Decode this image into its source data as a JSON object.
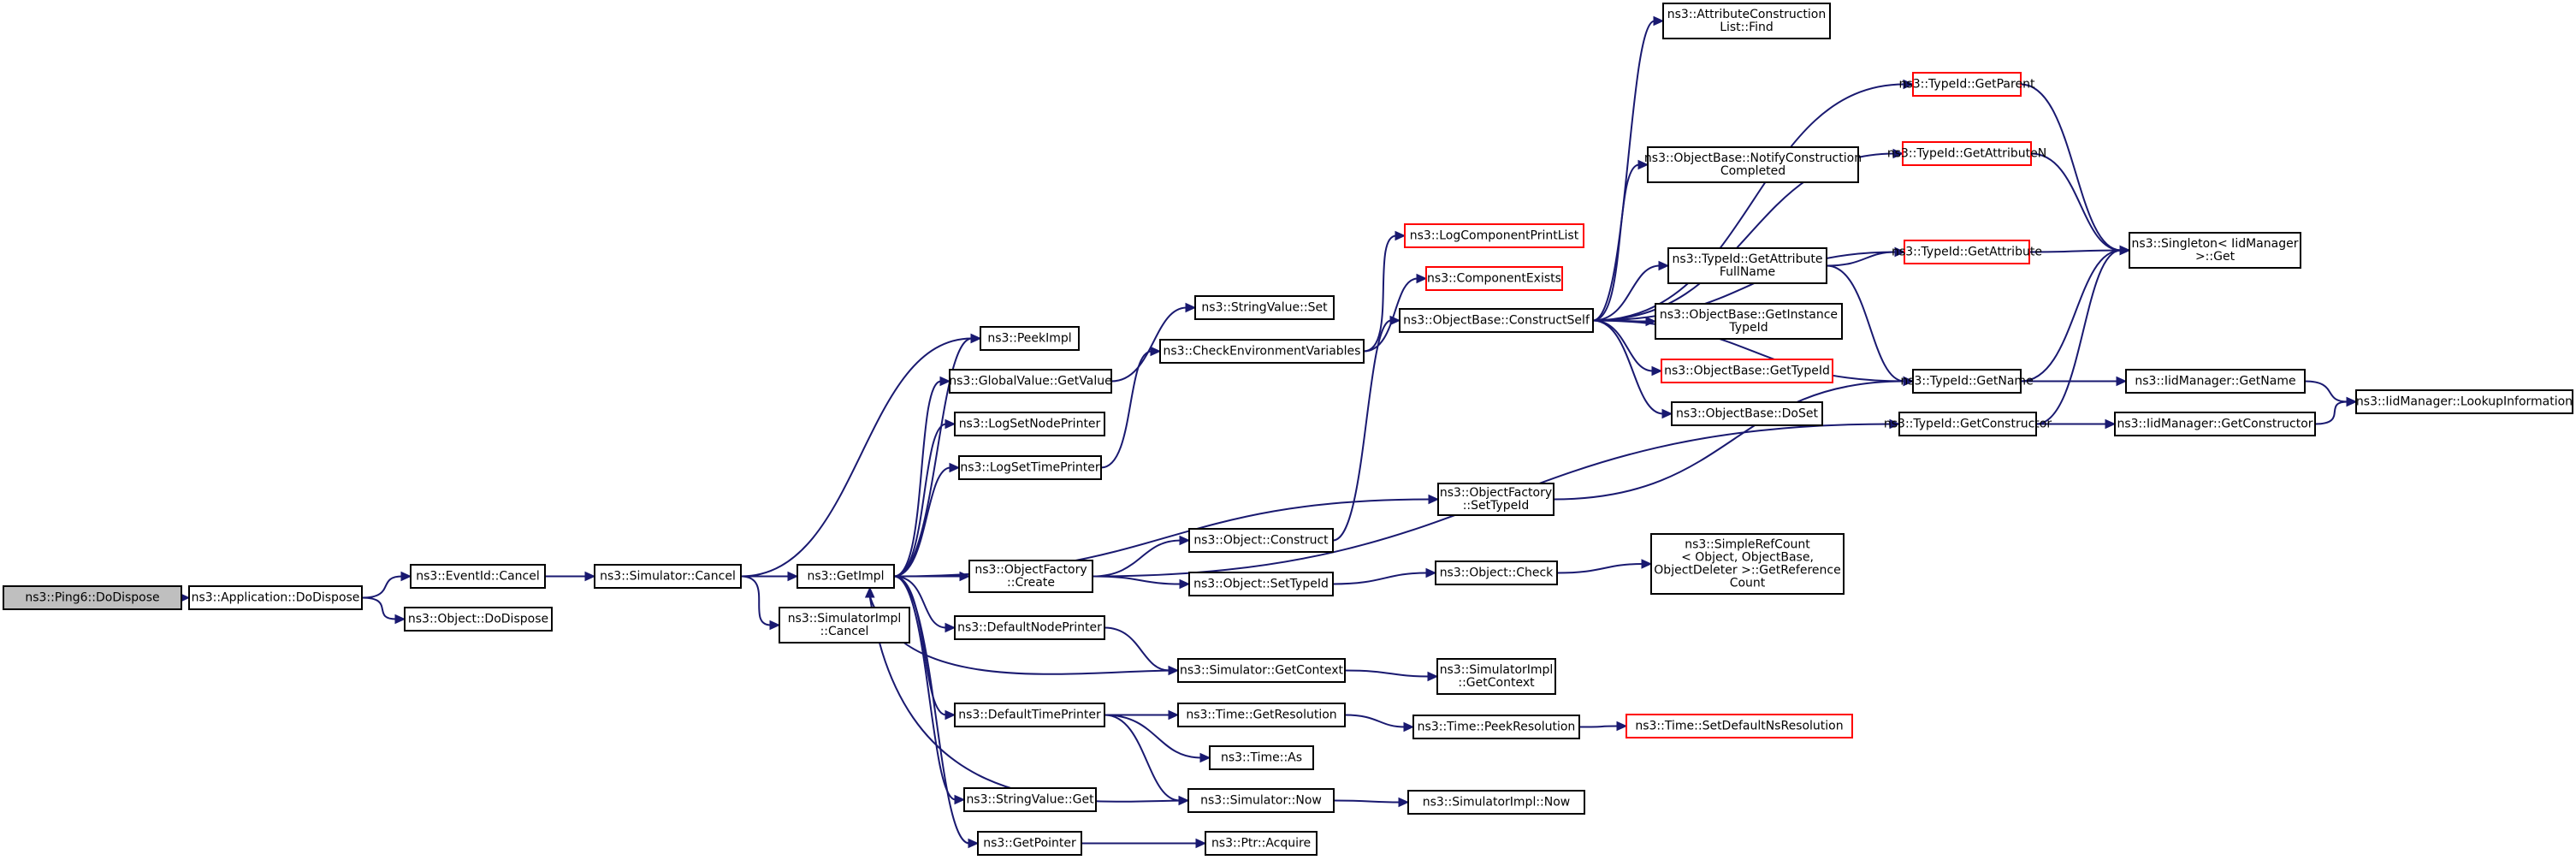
{
  "nodes": [
    {
      "id": "ping6_dodispose",
      "lines": [
        "ns3::Ping6::DoDispose"
      ],
      "style": "root"
    },
    {
      "id": "app_dodispose",
      "lines": [
        "ns3::Application::DoDispose"
      ],
      "style": "normal"
    },
    {
      "id": "eventid_cancel",
      "lines": [
        "ns3::EventId::Cancel"
      ],
      "style": "normal"
    },
    {
      "id": "object_dodispose",
      "lines": [
        "ns3::Object::DoDispose"
      ],
      "style": "normal"
    },
    {
      "id": "simulator_cancel",
      "lines": [
        "ns3::Simulator::Cancel"
      ],
      "style": "normal"
    },
    {
      "id": "getimpl",
      "lines": [
        "ns3::GetImpl"
      ],
      "style": "normal"
    },
    {
      "id": "simimpl_cancel",
      "lines": [
        "ns3::SimulatorImpl",
        "::Cancel"
      ],
      "style": "normal"
    },
    {
      "id": "peekimpl",
      "lines": [
        "ns3::PeekImpl"
      ],
      "style": "normal"
    },
    {
      "id": "globalvalue_getvalue",
      "lines": [
        "ns3::GlobalValue::GetValue"
      ],
      "style": "normal"
    },
    {
      "id": "logsetnodeprinter",
      "lines": [
        "ns3::LogSetNodePrinter"
      ],
      "style": "normal"
    },
    {
      "id": "logsettimeprinter",
      "lines": [
        "ns3::LogSetTimePrinter"
      ],
      "style": "normal"
    },
    {
      "id": "objectfactory_create",
      "lines": [
        "ns3::ObjectFactory",
        "::Create"
      ],
      "style": "normal"
    },
    {
      "id": "defaultnodeprinter",
      "lines": [
        "ns3::DefaultNodePrinter"
      ],
      "style": "normal"
    },
    {
      "id": "defaulttimeprinter",
      "lines": [
        "ns3::DefaultTimePrinter"
      ],
      "style": "normal"
    },
    {
      "id": "stringvalue_get",
      "lines": [
        "ns3::StringValue::Get"
      ],
      "style": "normal"
    },
    {
      "id": "getpointer",
      "lines": [
        "ns3::GetPointer"
      ],
      "style": "normal"
    },
    {
      "id": "stringvalue_set",
      "lines": [
        "ns3::StringValue::Set"
      ],
      "style": "normal"
    },
    {
      "id": "checkenvvars",
      "lines": [
        "ns3::CheckEnvironmentVariables"
      ],
      "style": "normal"
    },
    {
      "id": "object_construct",
      "lines": [
        "ns3::Object::Construct"
      ],
      "style": "normal"
    },
    {
      "id": "object_settypeid",
      "lines": [
        "ns3::Object::SetTypeId"
      ],
      "style": "normal"
    },
    {
      "id": "simulator_getcontext",
      "lines": [
        "ns3::Simulator::GetContext"
      ],
      "style": "normal"
    },
    {
      "id": "time_getresolution",
      "lines": [
        "ns3::Time::GetResolution"
      ],
      "style": "normal"
    },
    {
      "id": "time_as",
      "lines": [
        "ns3::Time::As"
      ],
      "style": "normal"
    },
    {
      "id": "simulator_now",
      "lines": [
        "ns3::Simulator::Now"
      ],
      "style": "normal"
    },
    {
      "id": "ptr_acquire",
      "lines": [
        "ns3::Ptr::Acquire"
      ],
      "style": "normal"
    },
    {
      "id": "logcomponentprintlist",
      "lines": [
        "ns3::LogComponentPrintList"
      ],
      "style": "red"
    },
    {
      "id": "componentexists",
      "lines": [
        "ns3::ComponentExists"
      ],
      "style": "red"
    },
    {
      "id": "objectbase_constructself",
      "lines": [
        "ns3::ObjectBase::ConstructSelf"
      ],
      "style": "normal"
    },
    {
      "id": "objectfactory_settypeid",
      "lines": [
        "ns3::ObjectFactory",
        "::SetTypeId"
      ],
      "style": "normal"
    },
    {
      "id": "object_check",
      "lines": [
        "ns3::Object::Check"
      ],
      "style": "normal"
    },
    {
      "id": "simimpl_getcontext",
      "lines": [
        "ns3::SimulatorImpl",
        "::GetContext"
      ],
      "style": "normal"
    },
    {
      "id": "time_peekresolution",
      "lines": [
        "ns3::Time::PeekResolution"
      ],
      "style": "normal"
    },
    {
      "id": "simimpl_now",
      "lines": [
        "ns3::SimulatorImpl::Now"
      ],
      "style": "normal"
    },
    {
      "id": "attrconstructionlist_find",
      "lines": [
        "ns3::AttributeConstruction",
        "List::Find"
      ],
      "style": "normal"
    },
    {
      "id": "objectbase_notifyconstructioncompleted",
      "lines": [
        "ns3::ObjectBase::NotifyConstruction",
        "Completed"
      ],
      "style": "normal"
    },
    {
      "id": "typeid_getattributefullname",
      "lines": [
        "ns3::TypeId::GetAttribute",
        "FullName"
      ],
      "style": "normal"
    },
    {
      "id": "objectbase_getinstancetypeid",
      "lines": [
        "ns3::ObjectBase::GetInstance",
        "TypeId"
      ],
      "style": "normal"
    },
    {
      "id": "objectbase_gettypeid",
      "lines": [
        "ns3::ObjectBase::GetTypeId"
      ],
      "style": "red"
    },
    {
      "id": "objectbase_doset",
      "lines": [
        "ns3::ObjectBase::DoSet"
      ],
      "style": "normal"
    },
    {
      "id": "simplerefcount_getreferencecount",
      "lines": [
        "ns3::SimpleRefCount",
        "< Object, ObjectBase,",
        "ObjectDeleter >::GetReference",
        "Count"
      ],
      "style": "normal"
    },
    {
      "id": "time_setdefaultnsresolution",
      "lines": [
        "ns3::Time::SetDefaultNsResolution"
      ],
      "style": "red"
    },
    {
      "id": "typeid_getparent",
      "lines": [
        "ns3::TypeId::GetParent"
      ],
      "style": "red"
    },
    {
      "id": "typeid_getattributen",
      "lines": [
        "ns3::TypeId::GetAttributeN"
      ],
      "style": "red"
    },
    {
      "id": "typeid_getattribute",
      "lines": [
        "ns3::TypeId::GetAttribute"
      ],
      "style": "red"
    },
    {
      "id": "typeid_getname",
      "lines": [
        "ns3::TypeId::GetName"
      ],
      "style": "normal"
    },
    {
      "id": "typeid_getconstructor",
      "lines": [
        "ns3::TypeId::GetConstructor"
      ],
      "style": "normal"
    },
    {
      "id": "singleton_get",
      "lines": [
        "ns3::Singleton< IidManager",
        " >::Get"
      ],
      "style": "normal"
    },
    {
      "id": "iidmanager_getname",
      "lines": [
        "ns3::IidManager::GetName"
      ],
      "style": "normal"
    },
    {
      "id": "iidmanager_getconstructor",
      "lines": [
        "ns3::IidManager::GetConstructor"
      ],
      "style": "normal"
    },
    {
      "id": "iidmanager_lookupinformation",
      "lines": [
        "ns3::IidManager::LookupInformation"
      ],
      "style": "normal"
    }
  ],
  "edges": [
    [
      "ping6_dodispose",
      "app_dodispose"
    ],
    [
      "app_dodispose",
      "eventid_cancel"
    ],
    [
      "app_dodispose",
      "object_dodispose"
    ],
    [
      "eventid_cancel",
      "simulator_cancel"
    ],
    [
      "simulator_cancel",
      "getimpl"
    ],
    [
      "simulator_cancel",
      "simimpl_cancel"
    ],
    [
      "simulator_cancel",
      "peekimpl"
    ],
    [
      "getimpl",
      "peekimpl"
    ],
    [
      "getimpl",
      "globalvalue_getvalue"
    ],
    [
      "getimpl",
      "logsetnodeprinter"
    ],
    [
      "getimpl",
      "logsettimeprinter"
    ],
    [
      "getimpl",
      "objectfactory_create"
    ],
    [
      "getimpl",
      "defaultnodeprinter"
    ],
    [
      "getimpl",
      "defaulttimeprinter"
    ],
    [
      "getimpl",
      "stringvalue_get"
    ],
    [
      "getimpl",
      "getpointer"
    ],
    [
      "getimpl",
      "objectfactory_settypeid"
    ],
    [
      "globalvalue_getvalue",
      "stringvalue_set"
    ],
    [
      "logsettimeprinter",
      "checkenvvars"
    ],
    [
      "checkenvvars",
      "logcomponentprintlist"
    ],
    [
      "checkenvvars",
      "componentexists"
    ],
    [
      "objectfactory_create",
      "object_construct"
    ],
    [
      "objectfactory_create",
      "object_settypeid"
    ],
    [
      "objectfactory_create",
      "typeid_getconstructor"
    ],
    [
      "object_construct",
      "objectbase_constructself"
    ],
    [
      "object_settypeid",
      "object_check"
    ],
    [
      "object_check",
      "simplerefcount_getreferencecount"
    ],
    [
      "defaultnodeprinter",
      "simulator_getcontext"
    ],
    [
      "simulator_getcontext",
      "getimpl"
    ],
    [
      "simulator_getcontext",
      "simimpl_getcontext"
    ],
    [
      "defaulttimeprinter",
      "time_getresolution"
    ],
    [
      "defaulttimeprinter",
      "time_as"
    ],
    [
      "defaulttimeprinter",
      "simulator_now"
    ],
    [
      "time_getresolution",
      "time_peekresolution"
    ],
    [
      "time_peekresolution",
      "time_setdefaultnsresolution"
    ],
    [
      "simulator_now",
      "getimpl"
    ],
    [
      "simulator_now",
      "simimpl_now"
    ],
    [
      "getpointer",
      "ptr_acquire"
    ],
    [
      "objectfactory_settypeid",
      "typeid_getname"
    ],
    [
      "objectbase_constructself",
      "attrconstructionlist_find"
    ],
    [
      "objectbase_constructself",
      "typeid_getparent"
    ],
    [
      "objectbase_constructself",
      "typeid_getattributen"
    ],
    [
      "objectbase_constructself",
      "objectbase_notifyconstructioncompleted"
    ],
    [
      "objectbase_constructself",
      "typeid_getattribute"
    ],
    [
      "objectbase_constructself",
      "typeid_getattributefullname"
    ],
    [
      "objectbase_constructself",
      "objectbase_getinstancetypeid"
    ],
    [
      "objectbase_constructself",
      "objectbase_gettypeid"
    ],
    [
      "objectbase_constructself",
      "objectbase_doset"
    ],
    [
      "objectbase_constructself",
      "typeid_getname"
    ],
    [
      "typeid_getattributefullname",
      "typeid_getattribute"
    ],
    [
      "typeid_getattributefullname",
      "typeid_getname"
    ],
    [
      "typeid_getparent",
      "singleton_get"
    ],
    [
      "typeid_getattributen",
      "singleton_get"
    ],
    [
      "typeid_getattribute",
      "singleton_get"
    ],
    [
      "typeid_getname",
      "singleton_get"
    ],
    [
      "typeid_getname",
      "iidmanager_getname"
    ],
    [
      "typeid_getconstructor",
      "singleton_get"
    ],
    [
      "typeid_getconstructor",
      "iidmanager_getconstructor"
    ],
    [
      "iidmanager_getname",
      "iidmanager_lookupinformation"
    ],
    [
      "iidmanager_getconstructor",
      "iidmanager_lookupinformation"
    ]
  ]
}
